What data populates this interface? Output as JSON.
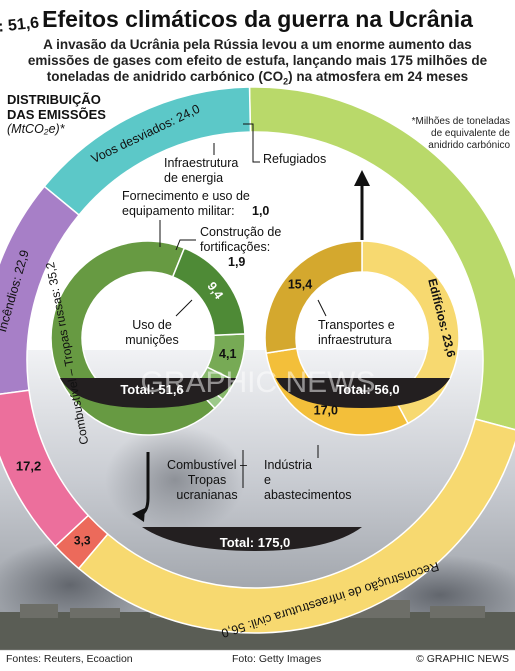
{
  "header": {
    "title": "Efeitos climáticos da guerra na Ucrânia",
    "subtitle_line1": "A invasão da Ucrânia pela Rússia levou a um enorme aumento das",
    "subtitle_line2": "emissões de gases com efeito de estufa, lançando mais 175 milhões de",
    "subtitle_line3": "toneladas de anidrido carbónico (CO",
    "subtitle_sub": "2",
    "subtitle_line3_end": ") na atmosfera em 24 meses"
  },
  "distribution": {
    "title_line1": "DISTRIBUIÇÃO",
    "title_line2": "DAS EMISSÕES",
    "unit": "(MtCO₂e)*"
  },
  "note": {
    "line1": "*Milhões de toneladas",
    "line2": "de equivalente de",
    "line3": "anidrido carbónico"
  },
  "footer": {
    "sources": "Fontes: Reuters, Ecoaction",
    "photo": "Foto: Getty Images",
    "copyright": "© GRAPHIC NEWS"
  },
  "watermark": "GRAPHIC NEWS",
  "chart_data": [
    {
      "type": "pie",
      "name": "outer-ring",
      "total_label": "Total:",
      "total": 175.0,
      "slices": [
        {
          "label": "Equipamento militar:",
          "value": 51.6,
          "color": "#b9d96a"
        },
        {
          "label": "Voos desviados:",
          "value": 24.0,
          "color": "#5cc8c8"
        },
        {
          "label": "Incêndios:",
          "value": 22.9,
          "color": "#a77fc7"
        },
        {
          "label": "",
          "value": 17.2,
          "color": "#ec6f9c"
        },
        {
          "label": "",
          "value": 3.3,
          "color": "#ec6a5b"
        },
        {
          "label": "Reconstrução de infraestrutura civil:",
          "value": 56.0,
          "color": "#f7d970"
        }
      ],
      "callouts": [
        {
          "line1": "Infraestrutura",
          "line2": "de energia"
        },
        {
          "line1": "Refugiados",
          "line2": ""
        }
      ]
    },
    {
      "type": "pie",
      "name": "military-ring",
      "total_label": "Total:",
      "total": 51.6,
      "slices": [
        {
          "label": "Combustível – Tropas russas:",
          "value": 35.2,
          "color": "#679a42"
        },
        {
          "label": "",
          "value": 1.0,
          "color": "#9cc98a"
        },
        {
          "label": "",
          "value": 1.9,
          "color": "#88b96c"
        },
        {
          "label": "",
          "value": 4.1,
          "color": "#77aa55"
        },
        {
          "label": "",
          "value": 9.4,
          "color": "#4e8a36"
        }
      ],
      "callouts": [
        {
          "line1": "Fornecimento e uso de",
          "line2": "equipamento militar:",
          "value": "1,0"
        },
        {
          "line1": "Construção de",
          "line2": "fortificações:",
          "value": "1,9"
        },
        {
          "line1": "Uso de",
          "line2": "munições",
          "value": ""
        },
        {
          "line1": "Combustível –",
          "line2": "Tropas",
          "line3": "ucranianas",
          "value": ""
        }
      ],
      "value_labels": [
        "4,1",
        "9,4"
      ]
    },
    {
      "type": "pie",
      "name": "reconstruction-ring",
      "total_label": "Total:",
      "total": 56.0,
      "slices": [
        {
          "label": "Edifícios:",
          "value": 23.6,
          "color": "#f7d970"
        },
        {
          "label": "",
          "value": 17.0,
          "color": "#f3bf3a"
        },
        {
          "label": "",
          "value": 15.4,
          "color": "#d4a82e"
        }
      ],
      "callouts": [
        {
          "line1": "Transportes e",
          "line2": "infraestrutura"
        },
        {
          "line1": "Indústria",
          "line2": "e",
          "line3": "abastecimentos"
        }
      ],
      "value_labels": [
        "15,4",
        "17,0"
      ]
    }
  ]
}
